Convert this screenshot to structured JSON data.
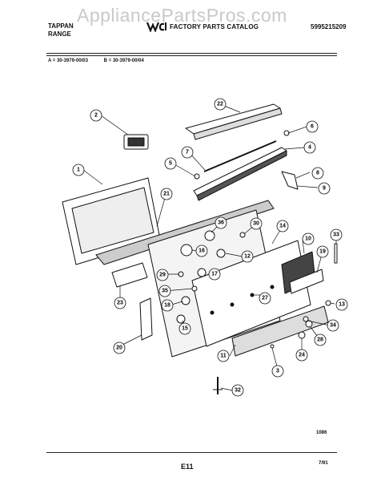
{
  "header": {
    "brand": "TAPPAN",
    "product": "RANGE",
    "catalog_title": "FACTORY PARTS CATALOG",
    "catalog_code": "5995215209",
    "watermark": "AppliancePartsPros.com"
  },
  "models": {
    "a": "A = 30-3979-00/03",
    "b": "B = 30-3979-00/04"
  },
  "callouts": [
    "1",
    "2",
    "3",
    "4",
    "5",
    "6",
    "7",
    "8",
    "9",
    "10",
    "11",
    "12",
    "13",
    "14",
    "15",
    "16",
    "17",
    "18",
    "19",
    "20",
    "21",
    "22",
    "23",
    "24",
    "27",
    "28",
    "29",
    "30",
    "32",
    "33",
    "34",
    "35",
    "36"
  ],
  "footer": {
    "figure_number": "1086",
    "page_number": "E11",
    "date": "7/91"
  }
}
